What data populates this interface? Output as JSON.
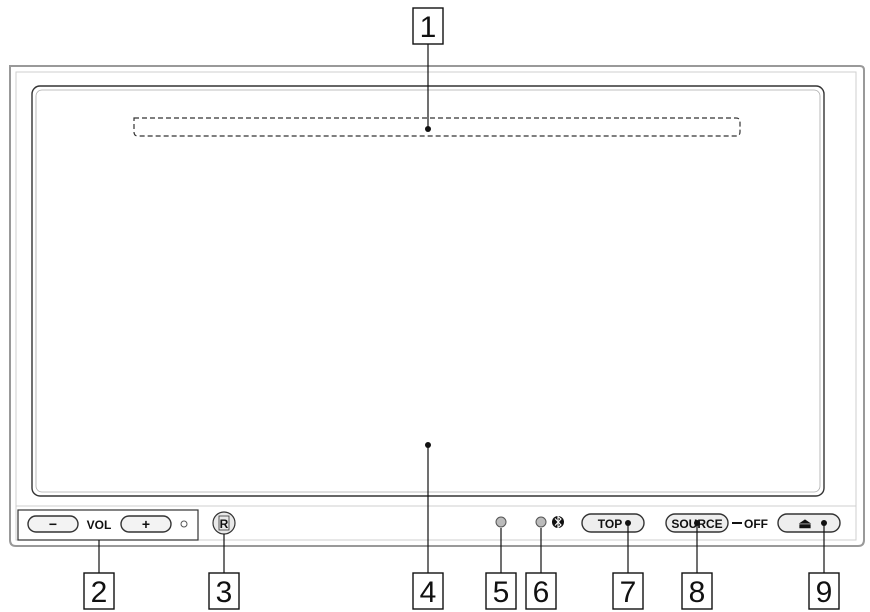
{
  "callouts": [
    {
      "label": "1"
    },
    {
      "label": "2"
    },
    {
      "label": "3"
    },
    {
      "label": "4"
    },
    {
      "label": "5"
    },
    {
      "label": "6"
    },
    {
      "label": "7"
    },
    {
      "label": "8"
    },
    {
      "label": "9"
    }
  ],
  "buttons": {
    "vol_minus": "−",
    "vol_label": "VOL",
    "vol_plus": "+",
    "top": "TOP",
    "source": "SOURCE",
    "off": "OFF",
    "eject": "⏏"
  },
  "icons": {
    "remote_sensor": "R",
    "bluetooth": "bluetooth-icon"
  }
}
